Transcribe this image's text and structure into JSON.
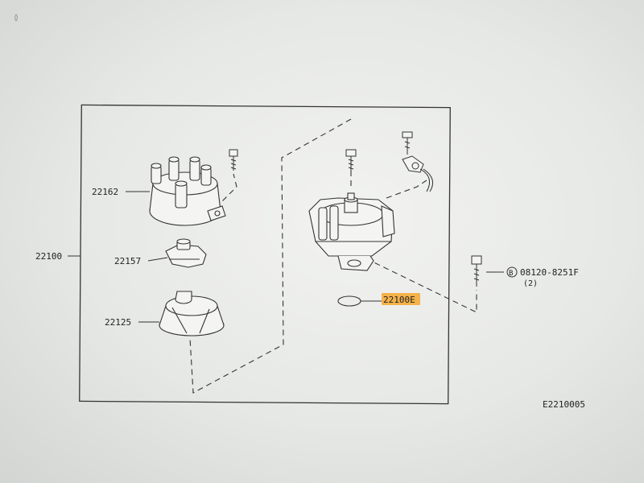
{
  "diagram": {
    "assembly_number": "22100",
    "parts": {
      "cap": "22162",
      "rotor": "22157",
      "housing_seal": "22125",
      "oring": "22100E",
      "bolt": "08120-8251F",
      "bolt_qty": "(2)",
      "bolt_prefix": "B"
    },
    "figure_code": "E2210005"
  },
  "colors": {
    "highlight": "#f4b24a",
    "ink": "#333333",
    "paper": "#eceeeb"
  }
}
